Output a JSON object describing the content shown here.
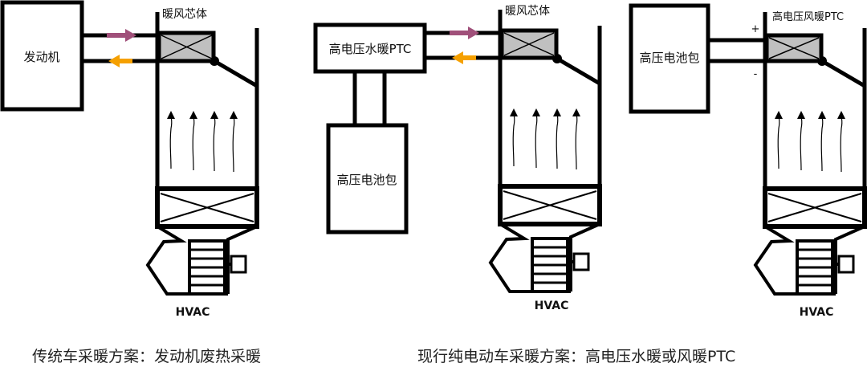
{
  "colors": {
    "stroke": "#000000",
    "core_fill": "#c0c0c0",
    "hot_arrow": "#a0507a",
    "cold_arrow": "#f5a000",
    "background": "#ffffff"
  },
  "panels": [
    {
      "id": "traditional",
      "source_label": "发动机",
      "core_label": "暖风芯体",
      "hvac_label": "HVAC"
    },
    {
      "id": "water-ptc",
      "ptc_label": "高电压水暖PTC",
      "battery_label": "高压电池包",
      "core_label": "暖风芯体",
      "hvac_label": "HVAC"
    },
    {
      "id": "air-ptc",
      "battery_label": "高压电池包",
      "core_label": "高电压风暖PTC",
      "plus_label": "+",
      "minus_label": "-",
      "hvac_label": "HVAC"
    }
  ],
  "captions": {
    "left": "传统车采暖方案：发动机废热采暖",
    "right": "现行纯电动车采暖方案：高电压水暖或风暖PTC"
  }
}
